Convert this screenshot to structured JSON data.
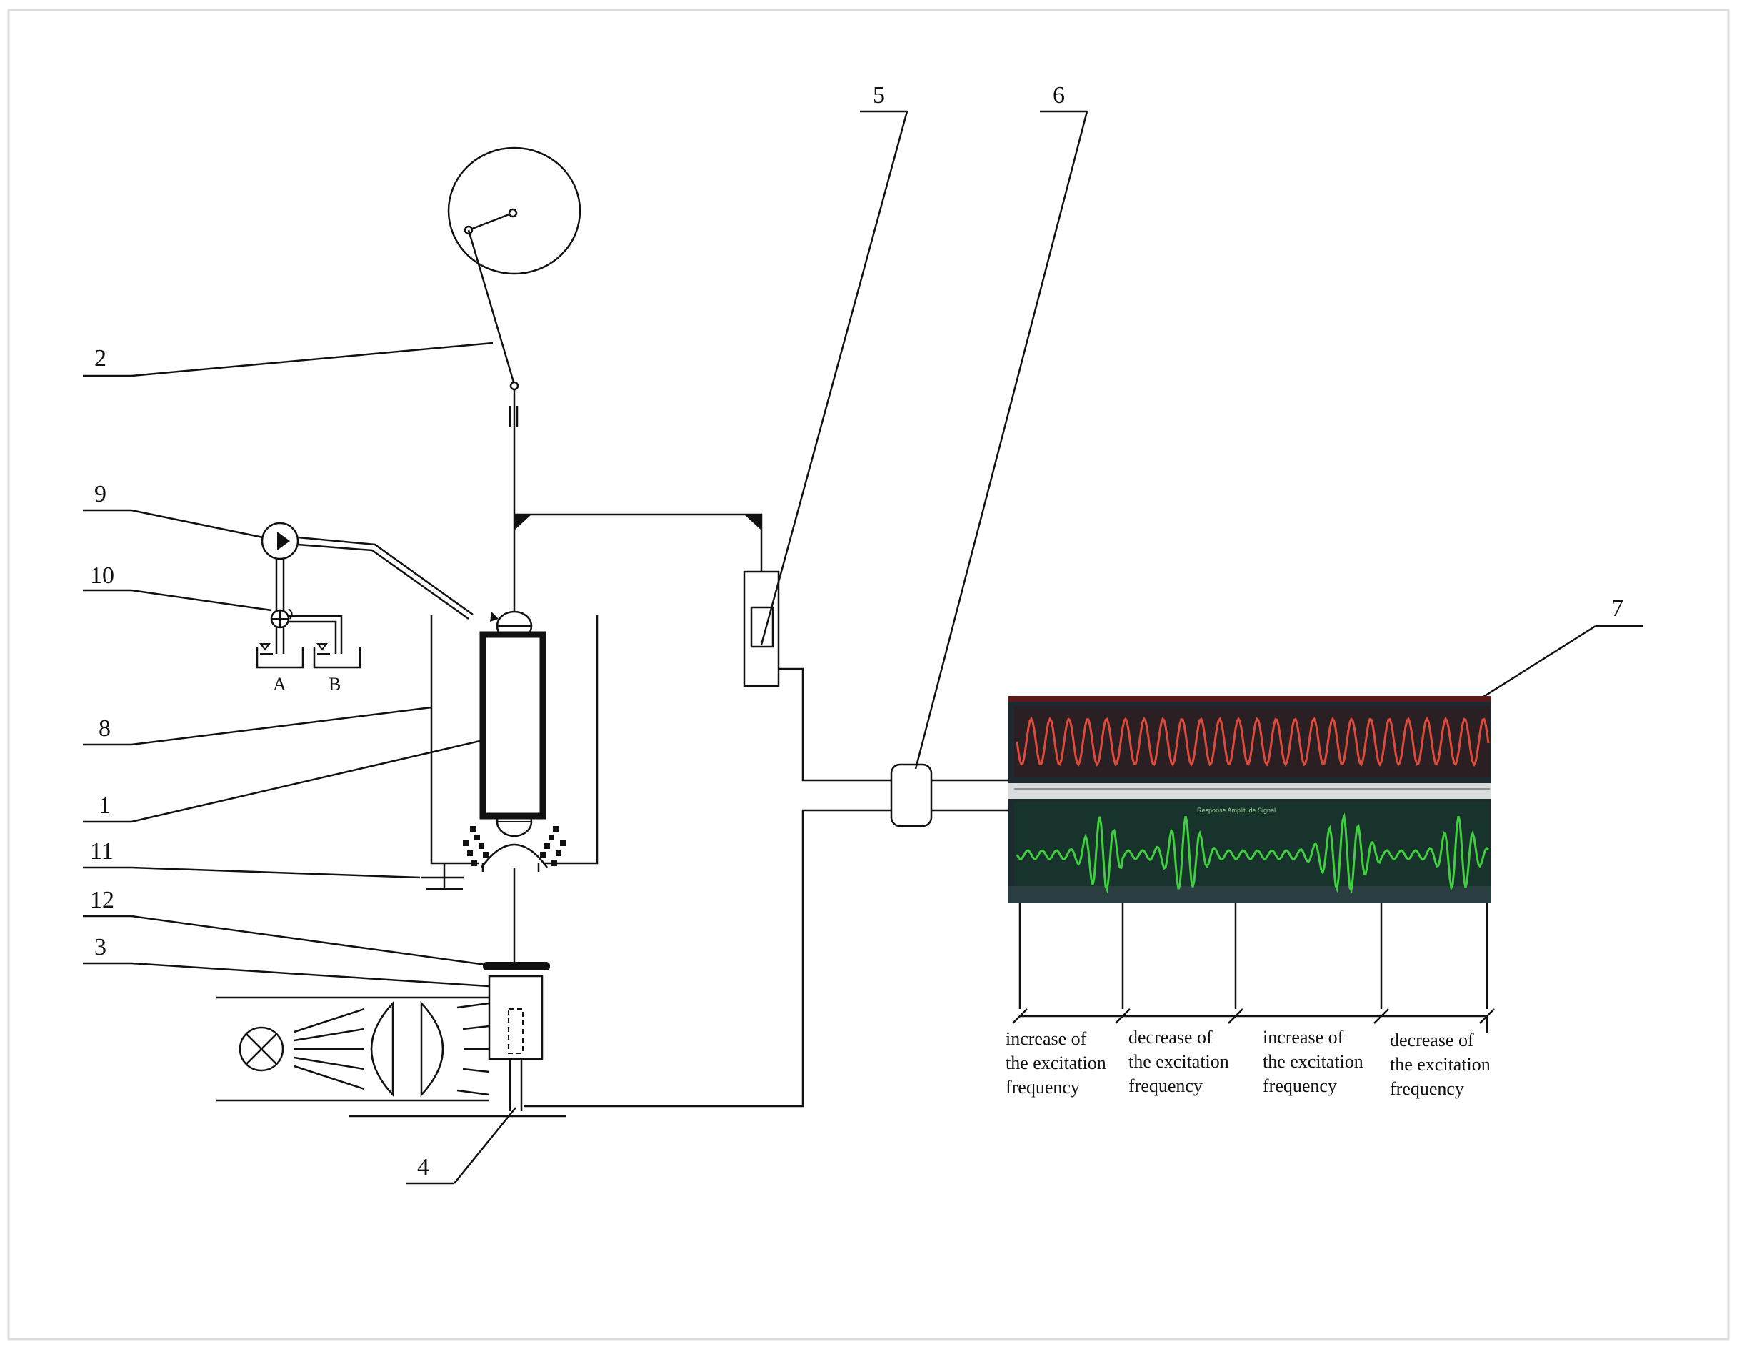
{
  "labels": {
    "n1": "1",
    "n2": "2",
    "n3": "3",
    "n4": "4",
    "n5": "5",
    "n6": "6",
    "n7": "7",
    "n8": "8",
    "n9": "9",
    "n10": "10",
    "n11": "11",
    "n12": "12"
  },
  "tanks": {
    "a": "A",
    "b": "B"
  },
  "captions": [
    [
      "increase of",
      "the excitation",
      "frequency"
    ],
    [
      "decrease of",
      "the excitation",
      "frequency"
    ],
    [
      "increase of",
      "the excitation",
      "frequency"
    ],
    [
      "decrease of",
      "the excitation",
      "frequency"
    ]
  ],
  "oscillogram": {
    "lower_title": "Response Amplitude Signal",
    "colors": {
      "top_trace": "#e04a3a",
      "bottom_trace": "#3fcf3f",
      "background": "#1d2a30"
    }
  }
}
